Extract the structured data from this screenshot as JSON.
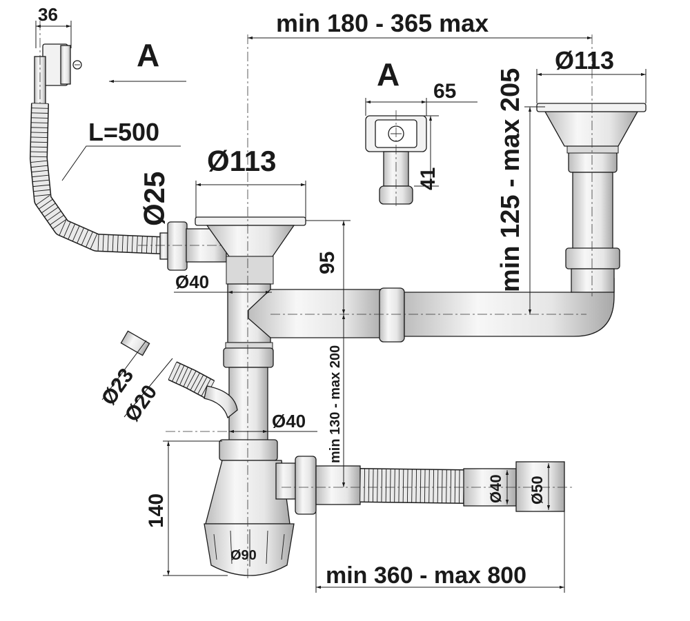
{
  "labels": {
    "top_width_36": "36",
    "view_a_arrow": "A",
    "hose_length": "L=500",
    "overflow_dia_25": "Ø25",
    "left_basket_dia": "Ø113",
    "left_pipe_dia_40": "Ø40",
    "span_between_bowls": "min 180 - 365 max",
    "view_a_title": "A",
    "view_a_width": "65",
    "view_a_height": "41",
    "right_basket_dia": "Ø113",
    "right_height_range": "min 125 - max 205",
    "drop_95": "95",
    "side_inlet_dia_23": "Ø23",
    "side_inlet_dia_20": "Ø20",
    "lower_pipe_dia_40": "Ø40",
    "vertical_range_130_200": "min 130 - max 200",
    "trap_height": "140",
    "trap_bottom_dia": "Ø90",
    "outlet_dia_40": "Ø40",
    "outlet_dia_50": "Ø50",
    "outlet_length_range": "min 360 - max 800"
  },
  "colors": {
    "line": "#1a1a1a",
    "part_fill_light": "#f4f4f4",
    "part_fill_dark": "#bdbdbd"
  }
}
